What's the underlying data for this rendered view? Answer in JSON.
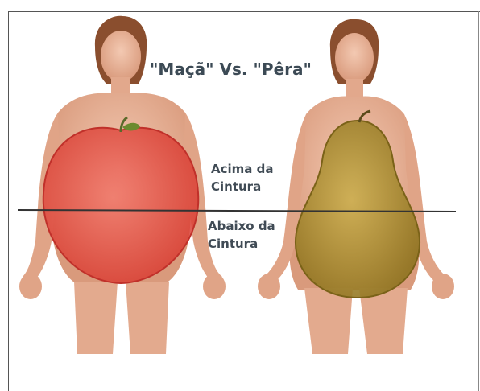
{
  "title": "\"Maçã\" Vs. \"Pêra\"",
  "labels": {
    "above_line1": "Acima da",
    "above_line2": "Cintura",
    "below_line1": "Abaixo da",
    "below_line2": "Cintura"
  },
  "colors": {
    "apple": "#e8463f",
    "pear": "#a88b2a",
    "skin": "#e9b49a",
    "hair": "#8a4e2e",
    "line": "#333333"
  }
}
